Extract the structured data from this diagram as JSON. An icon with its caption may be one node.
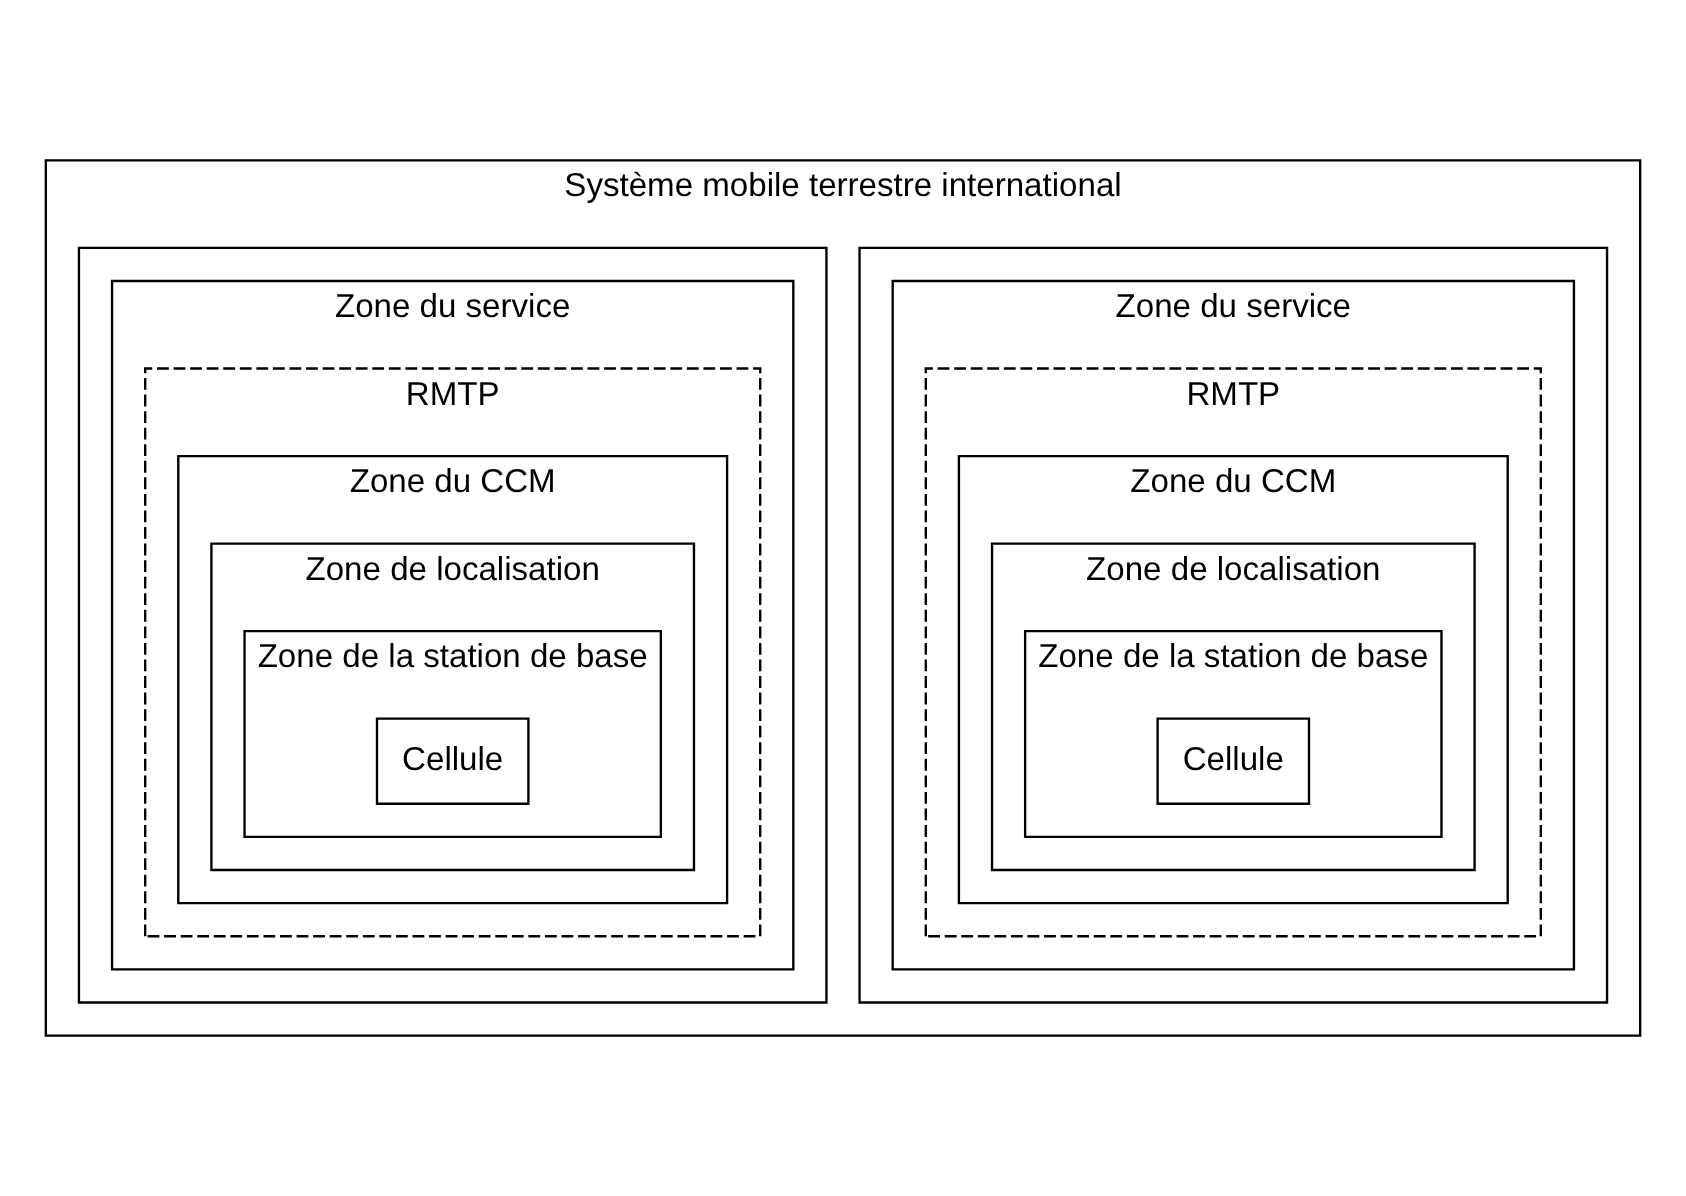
{
  "diagram": {
    "nodes": [
      {
        "text": [
          "Système mobile terrestre international"
        ]
      },
      {
        "text": [],
        "shape": "box",
        "in": 0
      },
      {
        "text": [
          "Zone du service"
        ],
        "in": 1
      },
      {
        "text": [
          "RMTP"
        ],
        "in": 2
      },
      {
        "text": [
          "Zone du CCM"
        ],
        "in": 3
      },
      {
        "text": [
          "Zone de localisation"
        ],
        "in": 4
      },
      {
        "text": [
          "Zone de la station de base"
        ],
        "in": 5
      },
      {
        "text": [
          "Cellule"
        ],
        "in": 6
      },
      {
        "text": [],
        "shape": "box",
        "in": 0
      },
      {
        "text": [
          "Zone du service"
        ],
        "in": 8
      },
      {
        "text": [
          "RMTP"
        ],
        "in": 9
      },
      {
        "text": [
          "Zone du CCM"
        ],
        "in": 10
      },
      {
        "text": [
          "Zone de localisation"
        ],
        "in": 11
      },
      {
        "text": [
          "Zone de la station de base"
        ],
        "in": 12
      },
      {
        "text": [
          "Cellule"
        ],
        "in": 13
      }
    ],
    "edges": []
  }
}
